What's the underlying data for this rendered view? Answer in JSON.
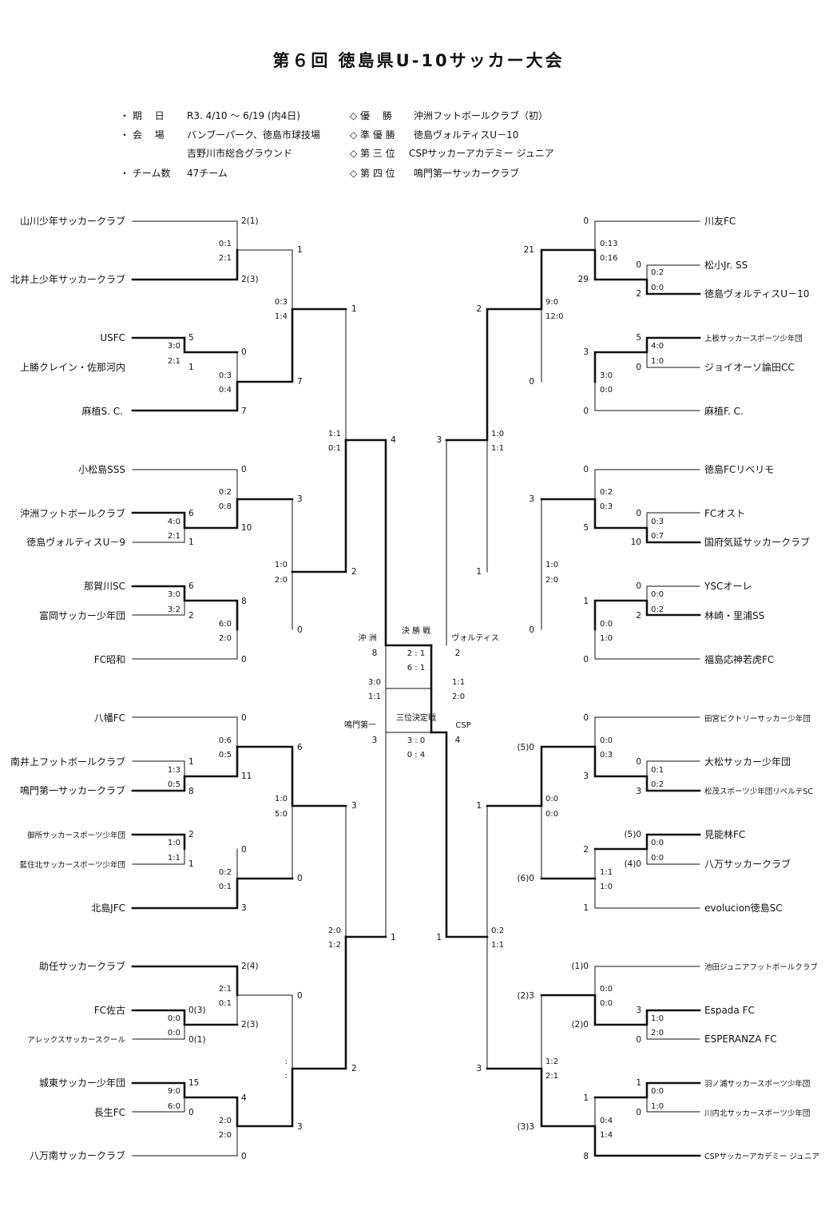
{
  "title": "第６回 徳島県U-10サッカー大会",
  "info": {
    "period_label": "・ 期　 日",
    "period_value": "R3. 4/10 ～ 6/19 (内4日)",
    "venue_label": "・ 会　 場",
    "venue_value1": "バンブーパーク、徳島市球技場",
    "venue_value2": "吉野川市総合グラウンド",
    "teams_label": "・ チーム数",
    "teams_value": "47チーム",
    "winner_label": "◇ 優　 勝",
    "winner_value": "沖洲フットボールクラブ（初）",
    "runnerup_label": "◇ 準 優 勝",
    "runnerup_value": "徳島ヴォルティスU－10",
    "third_label": "◇ 第 三 位",
    "third_value": "CSPサッカーアカデミー ジュニア",
    "fourth_label": "◇ 第 四 位",
    "fourth_value": "鳴門第一サッカークラブ"
  },
  "teams_left": [
    "山川少年サッカークラブ",
    "北井上少年サッカークラブ",
    "USFC",
    "上勝クレイン・佐那河内",
    "麻植S. C.",
    "小松島SSS",
    "沖洲フットボールクラブ",
    "徳島ヴォルティスU－9",
    "那賀川SC",
    "富岡サッカー少年団",
    "FC昭和",
    "八幡FC",
    "南井上フットボールクラブ",
    "鳴門第一サッカークラブ",
    "御所サッカースポーツ少年団",
    "藍住北サッカースポーツ少年団",
    "北島JFC",
    "助任サッカークラブ",
    "FC佐古",
    "アレックスサッカースクール",
    "城東サッカー少年団",
    "長生FC",
    "八万南サッカークラブ"
  ],
  "teams_right": [
    "川友FC",
    "松小Jr. SS",
    "徳島ヴォルティスU－10",
    "上板サッカースポーツ少年団",
    "ジョイオーソ論田CC",
    "麻植F. C.",
    "徳島FCリベリモ",
    "FCオスト",
    "国府気延サッカークラブ",
    "YSCオーレ",
    "林崎・里浦SS",
    "福島応神若虎FC",
    "田宮ビクトリーサッカー少年団",
    "大松サッカー少年団",
    "松茂スポーツ少年団リベルテSC",
    "見能林FC",
    "八万サッカークラブ",
    "evolucion徳島SC",
    "池田ジュニアフットボールクラブ",
    "Espada FC",
    "ESPERANZA FC",
    "羽ノ浦サッカースポーツ少年団",
    "川内北サッカースポーツ少年団",
    "CSPサッカーアカデミー ジュニア"
  ],
  "final": {
    "title": "決 勝 戦",
    "left_team": "沖 洲",
    "right_team": "ヴォルティス",
    "left_total": "8",
    "right_total": "2",
    "half1": "2 : 1",
    "half2": "6 : 1"
  },
  "third_place": {
    "title": "三位決定戦",
    "left_team": "鳴門第一",
    "right_team": "CSP",
    "left_total": "3",
    "right_total": "4",
    "half1": "3 : 0",
    "half2": "0 : 4"
  },
  "scores": {
    "a01": "2(1)",
    "a02": "2(3)",
    "a03": "1",
    "a04": "7",
    "a05": "5",
    "a06": "1",
    "a07": "0",
    "a08": "7",
    "a09": "1",
    "a10": "4",
    "a11": "0",
    "a12": "6",
    "a13": "1",
    "a14": "10",
    "a15": "3",
    "a16": "6",
    "a17": "2",
    "a18": "8",
    "a19": "0",
    "a20": "0",
    "a21": "2",
    "a22": "0",
    "a23": "1",
    "a24": "8",
    "a25": "11",
    "a26": "6",
    "a27": "2",
    "a28": "1",
    "a29": "0",
    "a30": "3",
    "a31": "0",
    "a32": "3",
    "a33": "2(4)",
    "a34": "0(3)",
    "a35": "0(1)",
    "a36": "2(3)",
    "a37": "0",
    "a38": "15",
    "a39": "0",
    "a40": "4",
    "a41": "0",
    "a42": "3",
    "a43": "2",
    "a44": "1",
    "b01": "0",
    "b02": "0",
    "b03": "2",
    "b04": "21",
    "b05": "29",
    "b06": "5",
    "b07": "0",
    "b08": "3",
    "b09": "0",
    "b10": "0",
    "b11": "2",
    "b12": "3",
    "b13": "0",
    "b14": "0",
    "b15": "10",
    "b16": "3",
    "b17": "5",
    "b18": "0",
    "b19": "2",
    "b20": "1",
    "b21": "0",
    "b22": "0",
    "b23": "1",
    "b24": "3",
    "b25": "0",
    "b26": "0",
    "b27": "3",
    "b28": "(5)0",
    "b29": "3",
    "b30": "(5)0",
    "b31": "(4)0",
    "b32": "2",
    "b33": "(6)0",
    "b34": "1",
    "b35": "1",
    "b36": "(1)0",
    "b37": "3",
    "b38": "0",
    "b39": "(2)3",
    "b40": "(2)0",
    "b41": "1",
    "b42": "0",
    "b43": "1",
    "b44": "(3)3",
    "b45": "8",
    "b46": "3",
    "b47": "1"
  },
  "halves": {
    "h01": "0:1",
    "h02": "2:1",
    "h03": "3:0",
    "h04": "2:1",
    "h05": "0:3",
    "h06": "0:4",
    "h07": "0:3",
    "h08": "1:4",
    "h09": "0:2",
    "h10": "0:8",
    "h11": "4:0",
    "h12": "2:1",
    "h13": "3:0",
    "h14": "3:2",
    "h15": "6:0",
    "h16": "2:0",
    "h17": "1:0",
    "h18": "2:0",
    "h19": "1:1",
    "h20": "0:1",
    "h21": "0:6",
    "h22": "0:5",
    "h23": "1:3",
    "h24": "0:5",
    "h25": "1:0",
    "h26": "1:1",
    "h27": "0:2",
    "h28": "0:1",
    "h29": "1:0",
    "h30": "5:0",
    "h31": "2:1",
    "h32": "0:1",
    "h33": "0:0",
    "h34": "0:0",
    "h35": "9:0",
    "h36": "6:0",
    "h37": "2:0",
    "h38": "2:0",
    "h39": ":",
    "h40": ":",
    "h41": "2:0",
    "h42": "1:2",
    "h43": "3:0",
    "h44": "1:1",
    "r01": "0:13",
    "r02": "0:16",
    "r03": "0:2",
    "r04": "0:0",
    "r05": "4:0",
    "r06": "1:0",
    "r07": "3:0",
    "r08": "0:0",
    "r09": "9:0",
    "r10": "12:0",
    "r11": "0:2",
    "r12": "0:3",
    "r13": "0:3",
    "r14": "0:7",
    "r15": "0:0",
    "r16": "0:2",
    "r17": "0:0",
    "r18": "1:0",
    "r19": "1:0",
    "r20": "2:0",
    "r21": "1:0",
    "r22": "1:1",
    "r23": "0:0",
    "r24": "0:3",
    "r25": "0:1",
    "r26": "0:2",
    "r27": "0:0",
    "r28": "0:0",
    "r29": "1:1",
    "r30": "1:0",
    "r31": "0:0",
    "r32": "0:0",
    "r33": "0:0",
    "r34": "0:0",
    "r35": "1:0",
    "r36": "2:0",
    "r37": "0:0",
    "r38": "1:0",
    "r39": "0:4",
    "r40": "1:4",
    "r41": "1:2",
    "r42": "2:1",
    "r43": "0:2",
    "r44": "1:1",
    "r45": "1:1",
    "r46": "2:0"
  }
}
